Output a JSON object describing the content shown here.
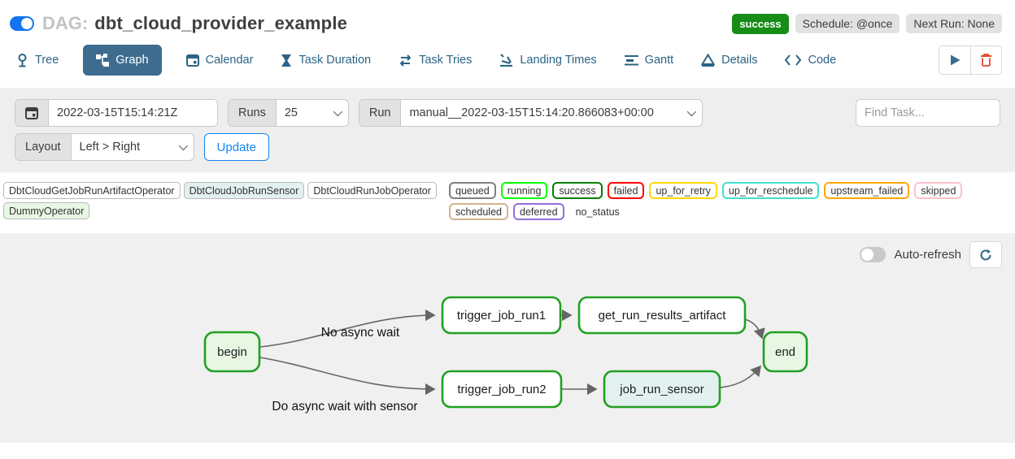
{
  "header": {
    "dag_prefix": "DAG:",
    "dag_title": "dbt_cloud_provider_example",
    "status_badge": "success",
    "schedule_badge": "Schedule: @once",
    "next_run_badge": "Next Run: None"
  },
  "tabs": {
    "tree": "Tree",
    "graph": "Graph",
    "calendar": "Calendar",
    "task_duration": "Task Duration",
    "task_tries": "Task Tries",
    "landing_times": "Landing Times",
    "gantt": "Gantt",
    "details": "Details",
    "code": "Code"
  },
  "filters": {
    "base_date_value": "2022-03-15T15:14:21Z",
    "runs_label": "Runs",
    "runs_value": "25",
    "run_label": "Run",
    "run_value": "manual__2022-03-15T15:14:20.866083+00:00",
    "find_task_placeholder": "Find Task...",
    "layout_label": "Layout",
    "layout_value": "Left > Right",
    "update_label": "Update"
  },
  "legend": {
    "operators": [
      {
        "label": "DbtCloudGetJobRunArtifactOperator",
        "fill": "#ffffff"
      },
      {
        "label": "DbtCloudJobRunSensor",
        "fill": "#e2f0ef"
      },
      {
        "label": "DbtCloudRunJobOperator",
        "fill": "#ffffff"
      },
      {
        "label": "DummyOperator",
        "fill": "#e8f7e4"
      }
    ],
    "states": [
      {
        "label": "queued",
        "border": "#808080"
      },
      {
        "label": "running",
        "border": "#00ff00"
      },
      {
        "label": "success",
        "border": "#008000"
      },
      {
        "label": "failed",
        "border": "#ff0000"
      },
      {
        "label": "up_for_retry",
        "border": "#ffd700"
      },
      {
        "label": "up_for_reschedule",
        "border": "#40e0d0"
      },
      {
        "label": "upstream_failed",
        "border": "#ffa500"
      },
      {
        "label": "skipped",
        "border": "#ffc0cb"
      },
      {
        "label": "scheduled",
        "border": "#d2b48c"
      },
      {
        "label": "deferred",
        "border": "#9370db"
      },
      {
        "label": "no_status",
        "border": "transparent"
      }
    ]
  },
  "graph": {
    "auto_refresh_label": "Auto-refresh",
    "node_border_color": "#22a022",
    "edge_color": "#666666",
    "nodes": [
      {
        "id": "begin",
        "label": "begin",
        "fill": "#e8f7e4",
        "state": "success"
      },
      {
        "id": "trigger_job_run1",
        "label": "trigger_job_run1",
        "fill": "#ffffff",
        "state": "success"
      },
      {
        "id": "get_run_results_artifact",
        "label": "get_run_results_artifact",
        "fill": "#ffffff",
        "state": "success"
      },
      {
        "id": "trigger_job_run2",
        "label": "trigger_job_run2",
        "fill": "#ffffff",
        "state": "success"
      },
      {
        "id": "job_run_sensor",
        "label": "job_run_sensor",
        "fill": "#e2f0ef",
        "state": "success"
      },
      {
        "id": "end",
        "label": "end",
        "fill": "#e8f7e4",
        "state": "success"
      }
    ],
    "edges": [
      {
        "from": "begin",
        "to": "trigger_job_run1",
        "label": "No async wait"
      },
      {
        "from": "begin",
        "to": "trigger_job_run2",
        "label": "Do async wait with sensor"
      },
      {
        "from": "trigger_job_run1",
        "to": "get_run_results_artifact",
        "label": ""
      },
      {
        "from": "trigger_job_run2",
        "to": "job_run_sensor",
        "label": ""
      },
      {
        "from": "get_run_results_artifact",
        "to": "end",
        "label": ""
      },
      {
        "from": "job_run_sensor",
        "to": "end",
        "label": ""
      }
    ]
  }
}
